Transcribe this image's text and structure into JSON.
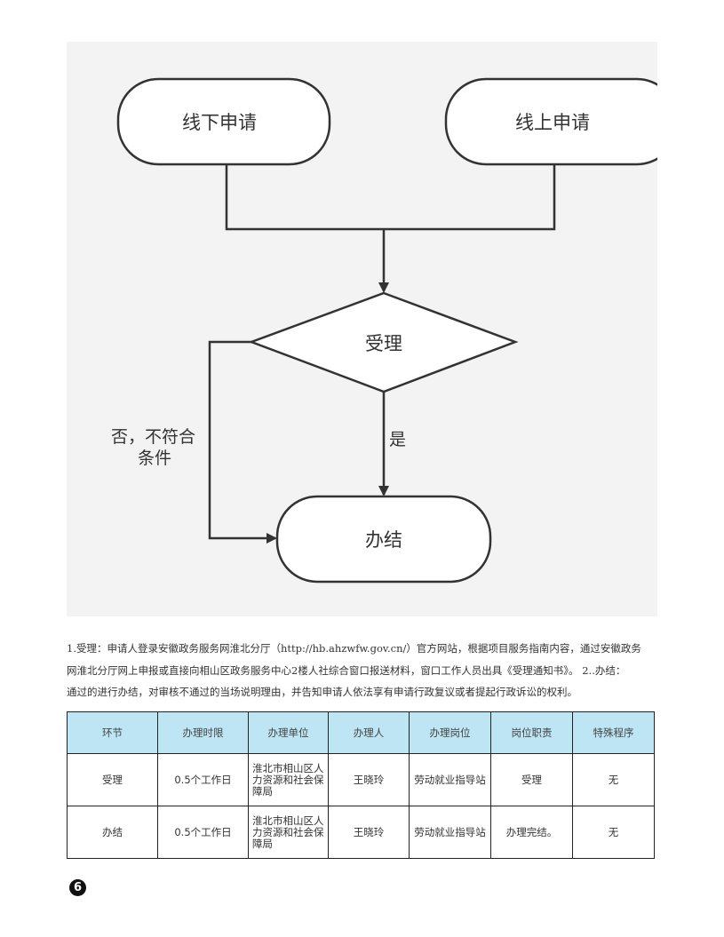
{
  "flowchart": {
    "nodes": {
      "offline": "线下申请",
      "online": "线上申请",
      "accept": "受理",
      "finish": "办结"
    },
    "edges": {
      "yes": "是",
      "no_line1": "否，不符合",
      "no_line2": "条件"
    }
  },
  "description": {
    "line1": "1.受理：申请人登录安徽政务服务网淮北分厅（http://hb.ahzwfw.gov.cn/）官方网站，根据项目服务指南内容，通过安徽政务",
    "line2": "网淮北分厅网上申报或直接向相山区政务服务中心2楼人社综合窗口报送材料，窗口工作人员出具《受理通知书》。 2..办结：",
    "line3": "通过的进行办结，对审核不通过的当场说明理由，并告知申请人依法享有申请行政复议或者提起行政诉讼的权利。"
  },
  "table": {
    "headers": [
      "环节",
      "办理时限",
      "办理单位",
      "办理人",
      "办理岗位",
      "岗位职责",
      "特殊程序"
    ],
    "rows": [
      [
        "受理",
        "0.5个工作日",
        "淮北市相山区人力资源和社会保障局",
        "王晓玲",
        "劳动就业指导站",
        "受理",
        "无"
      ],
      [
        "办结",
        "0.5个工作日",
        "淮北市相山区人力资源和社会保障局",
        "王晓玲",
        "劳动就业指导站",
        "办理完结。",
        "无"
      ]
    ]
  },
  "page_number": "6"
}
